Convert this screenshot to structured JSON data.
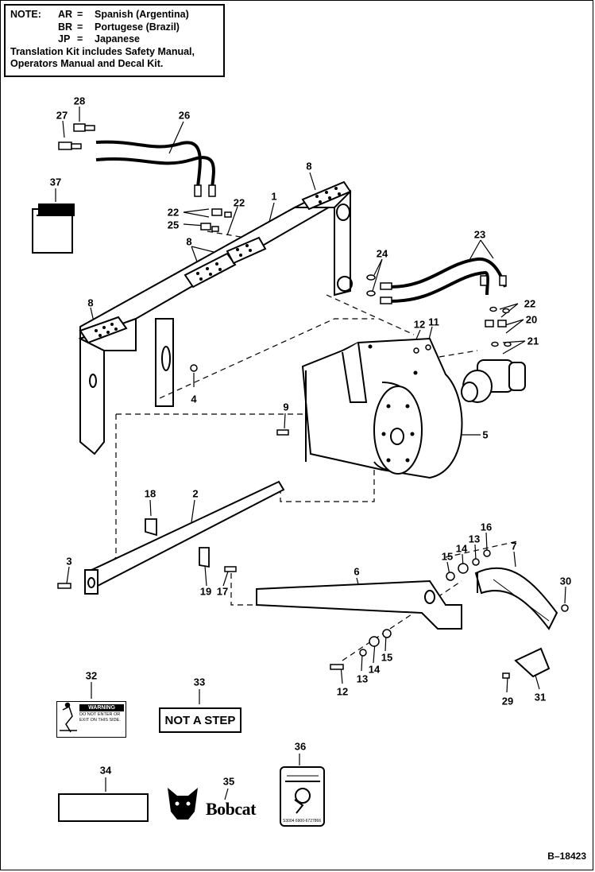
{
  "note": {
    "heading": "NOTE:",
    "rows": [
      {
        "code": "AR",
        "eq": "=",
        "lang": "Spanish (Argentina)"
      },
      {
        "code": "BR",
        "eq": "=",
        "lang": "Portugese (Brazil)"
      },
      {
        "code": "JP",
        "eq": "=",
        "lang": "Japanese"
      }
    ],
    "kit_line1": "Translation Kit includes Safety Manual,",
    "kit_line2": "Operators Manual and Decal Kit."
  },
  "labels": {
    "n1": "1",
    "n2": "2",
    "n3": "3",
    "n4": "4",
    "n5": "5",
    "n6": "6",
    "n7": "7",
    "n8a": "8",
    "n8b": "8",
    "n8c": "8",
    "n9": "9",
    "n11": "11",
    "n12a": "12",
    "n12b": "12",
    "n13a": "13",
    "n13b": "13",
    "n14a": "14",
    "n14b": "14",
    "n15a": "15",
    "n15b": "15",
    "n16": "16",
    "n17": "17",
    "n18": "18",
    "n19": "19",
    "n20": "20",
    "n21": "21",
    "n22a": "22",
    "n22b": "22",
    "n22c": "22",
    "n23": "23",
    "n24": "24",
    "n25": "25",
    "n26": "26",
    "n27": "27",
    "n28": "28",
    "n29": "29",
    "n30": "30",
    "n31": "31",
    "n32": "32",
    "n33": "33",
    "n34": "34",
    "n35": "35",
    "n36": "36",
    "n37": "37"
  },
  "decals": {
    "not_a_step": "NOT A STEP",
    "bobcat": "Bobcat",
    "warning_head": "WARNING",
    "warning_text": "DO NOT ENTER OR EXIT ON THIS SIDE.",
    "decal36_code": "S3004   6900-6727866"
  },
  "document_id": "B–18423"
}
